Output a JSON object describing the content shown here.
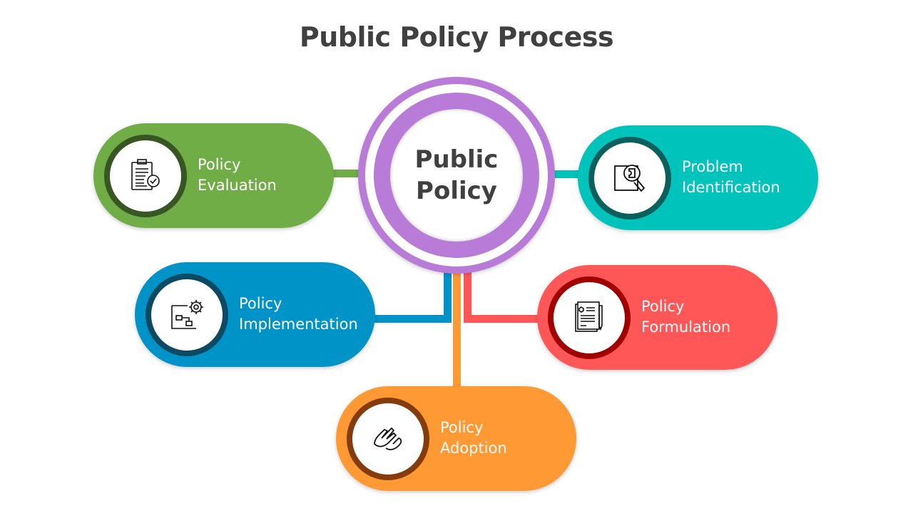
{
  "title": "Public Policy Process",
  "center": {
    "line1": "Public",
    "line2": "Policy",
    "color": "#B87BD8"
  },
  "stages": [
    {
      "id": "evaluation",
      "line1": "Policy",
      "line2": "Evaluation",
      "color": "#70AD47",
      "ring": "#375623",
      "icon": "clipboard-check-icon"
    },
    {
      "id": "identification",
      "line1": "Problem",
      "line2": "Identification",
      "color": "#00C4BC",
      "ring": "#0B5F5C",
      "icon": "puzzle-magnifier-icon"
    },
    {
      "id": "implementation",
      "line1": "Policy",
      "line2": "Implementation",
      "color": "#0093C8",
      "ring": "#0C4A63",
      "icon": "blueprint-gear-icon"
    },
    {
      "id": "formulation",
      "line1": "Policy",
      "line2": "Formulation",
      "color": "#FF5757",
      "ring": "#A00000",
      "icon": "document-pen-icon"
    },
    {
      "id": "adoption",
      "line1": "Policy",
      "line2": "Adoption",
      "color": "#FF9933",
      "ring": "#843C0C",
      "icon": "handshake-icon"
    }
  ]
}
